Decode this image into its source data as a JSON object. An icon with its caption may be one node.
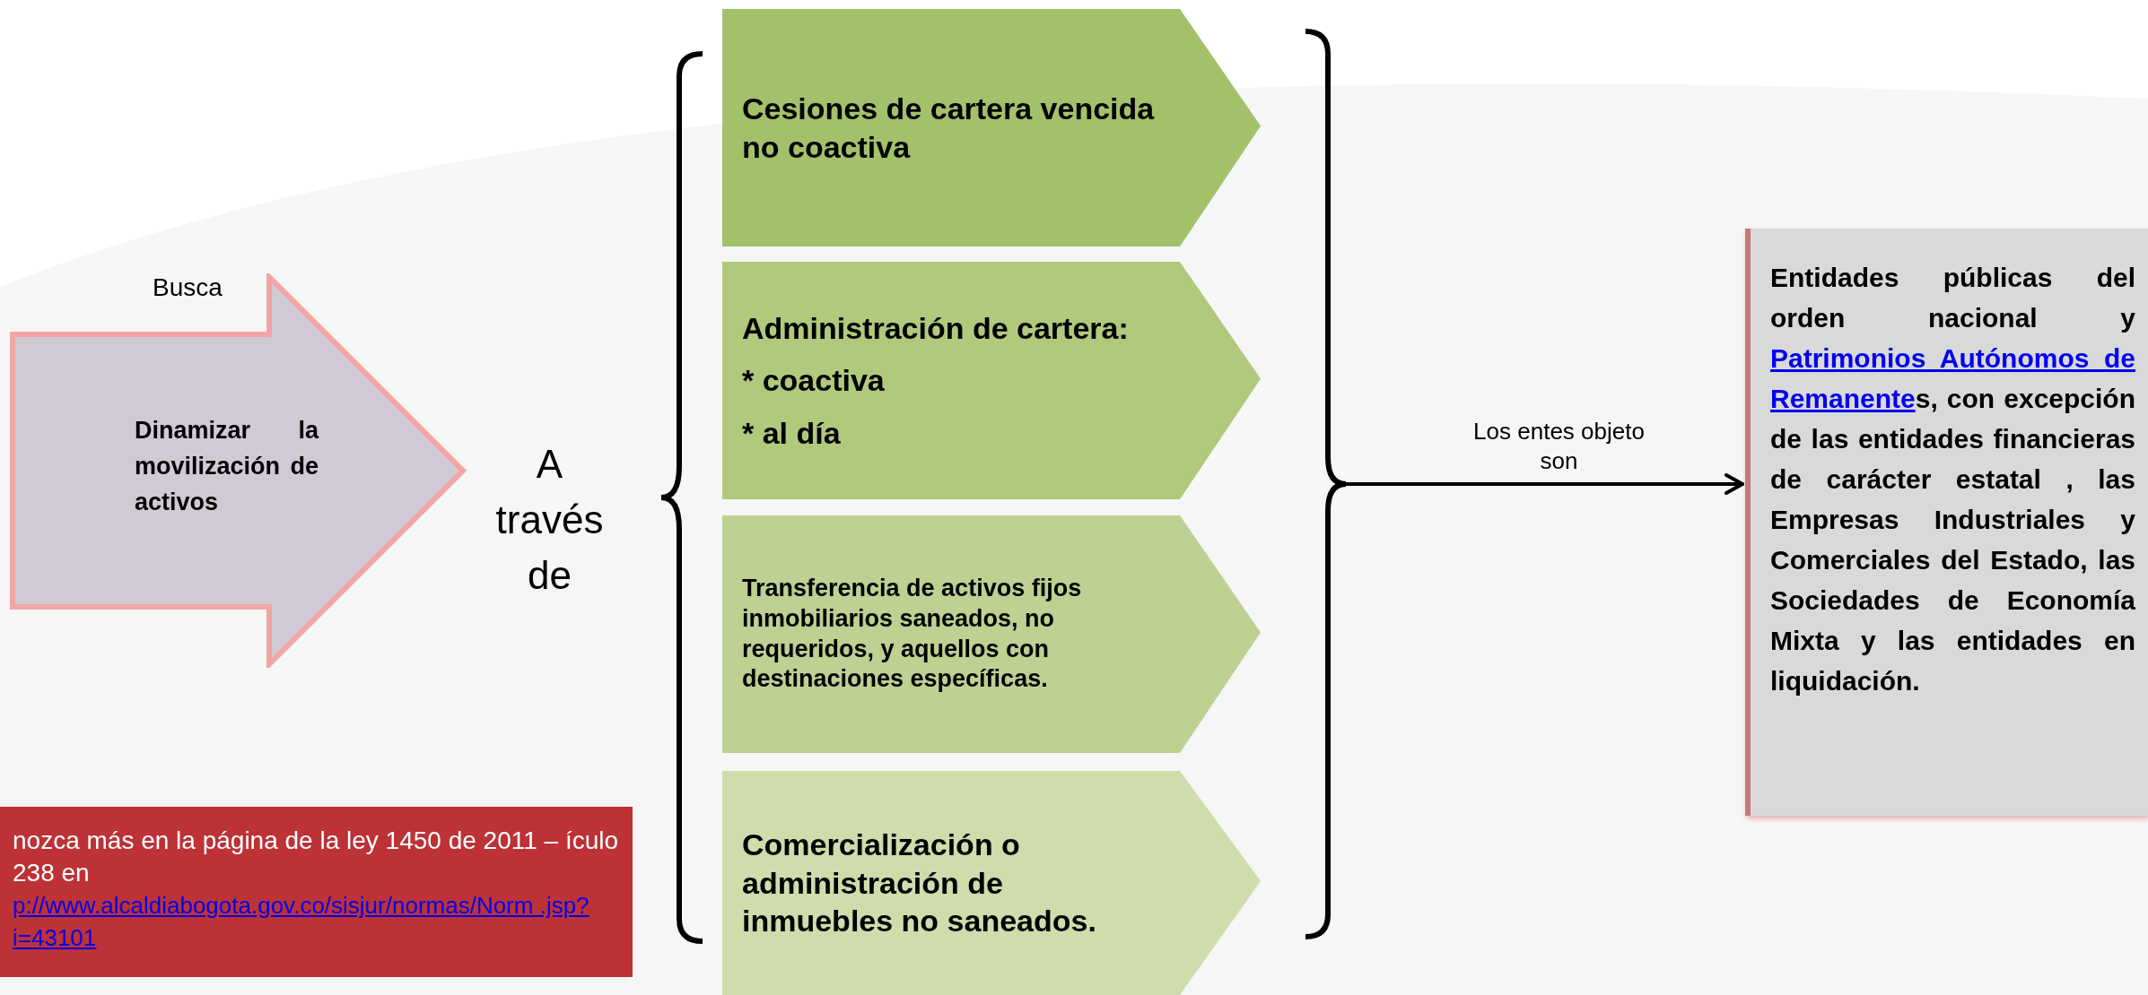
{
  "diagram": {
    "nodes": [
      {
        "text": [
          "Dinamizar la movilización de activos"
        ],
        "beside": [
          "Busca"
        ]
      },
      {
        "text": [
          "A través de"
        ]
      },
      {
        "text": [
          "Cesiones de cartera vencida no coactiva"
        ]
      },
      {
        "text": [
          "Administración de cartera:",
          "* coactiva",
          "* al día"
        ]
      },
      {
        "text": [
          "Transferencia de activos fijos inmobiliarios saneados, no requeridos, y aquellos con destinaciones específicas."
        ]
      },
      {
        "text": [
          "Comercialización o administración de inmuebles no saneados."
        ]
      },
      {
        "text": [],
        "shape": "bracket"
      },
      {
        "text": [
          "Entidades públicas del orden nacional y",
          "Patrimonios Autónomos de Remanente",
          "s, con excepción de las entidades financieras de carácter estatal , las Empresas Industriales y Comerciales del Estado, las Sociedades de Economía Mixta y las entidades en liquidación."
        ]
      },
      {
        "text": [
          "nozca más en la página de la ley 1450 de 2011 – ículo 238 en",
          "p://www.alcaldiabogota.gov.co/sisjur/normas/Norm .jsp?i=43101"
        ]
      }
    ],
    "edges": [
      {
        "from": 6,
        "to": 7,
        "arrow": "to",
        "label": "Los entes objeto son"
      }
    ]
  }
}
